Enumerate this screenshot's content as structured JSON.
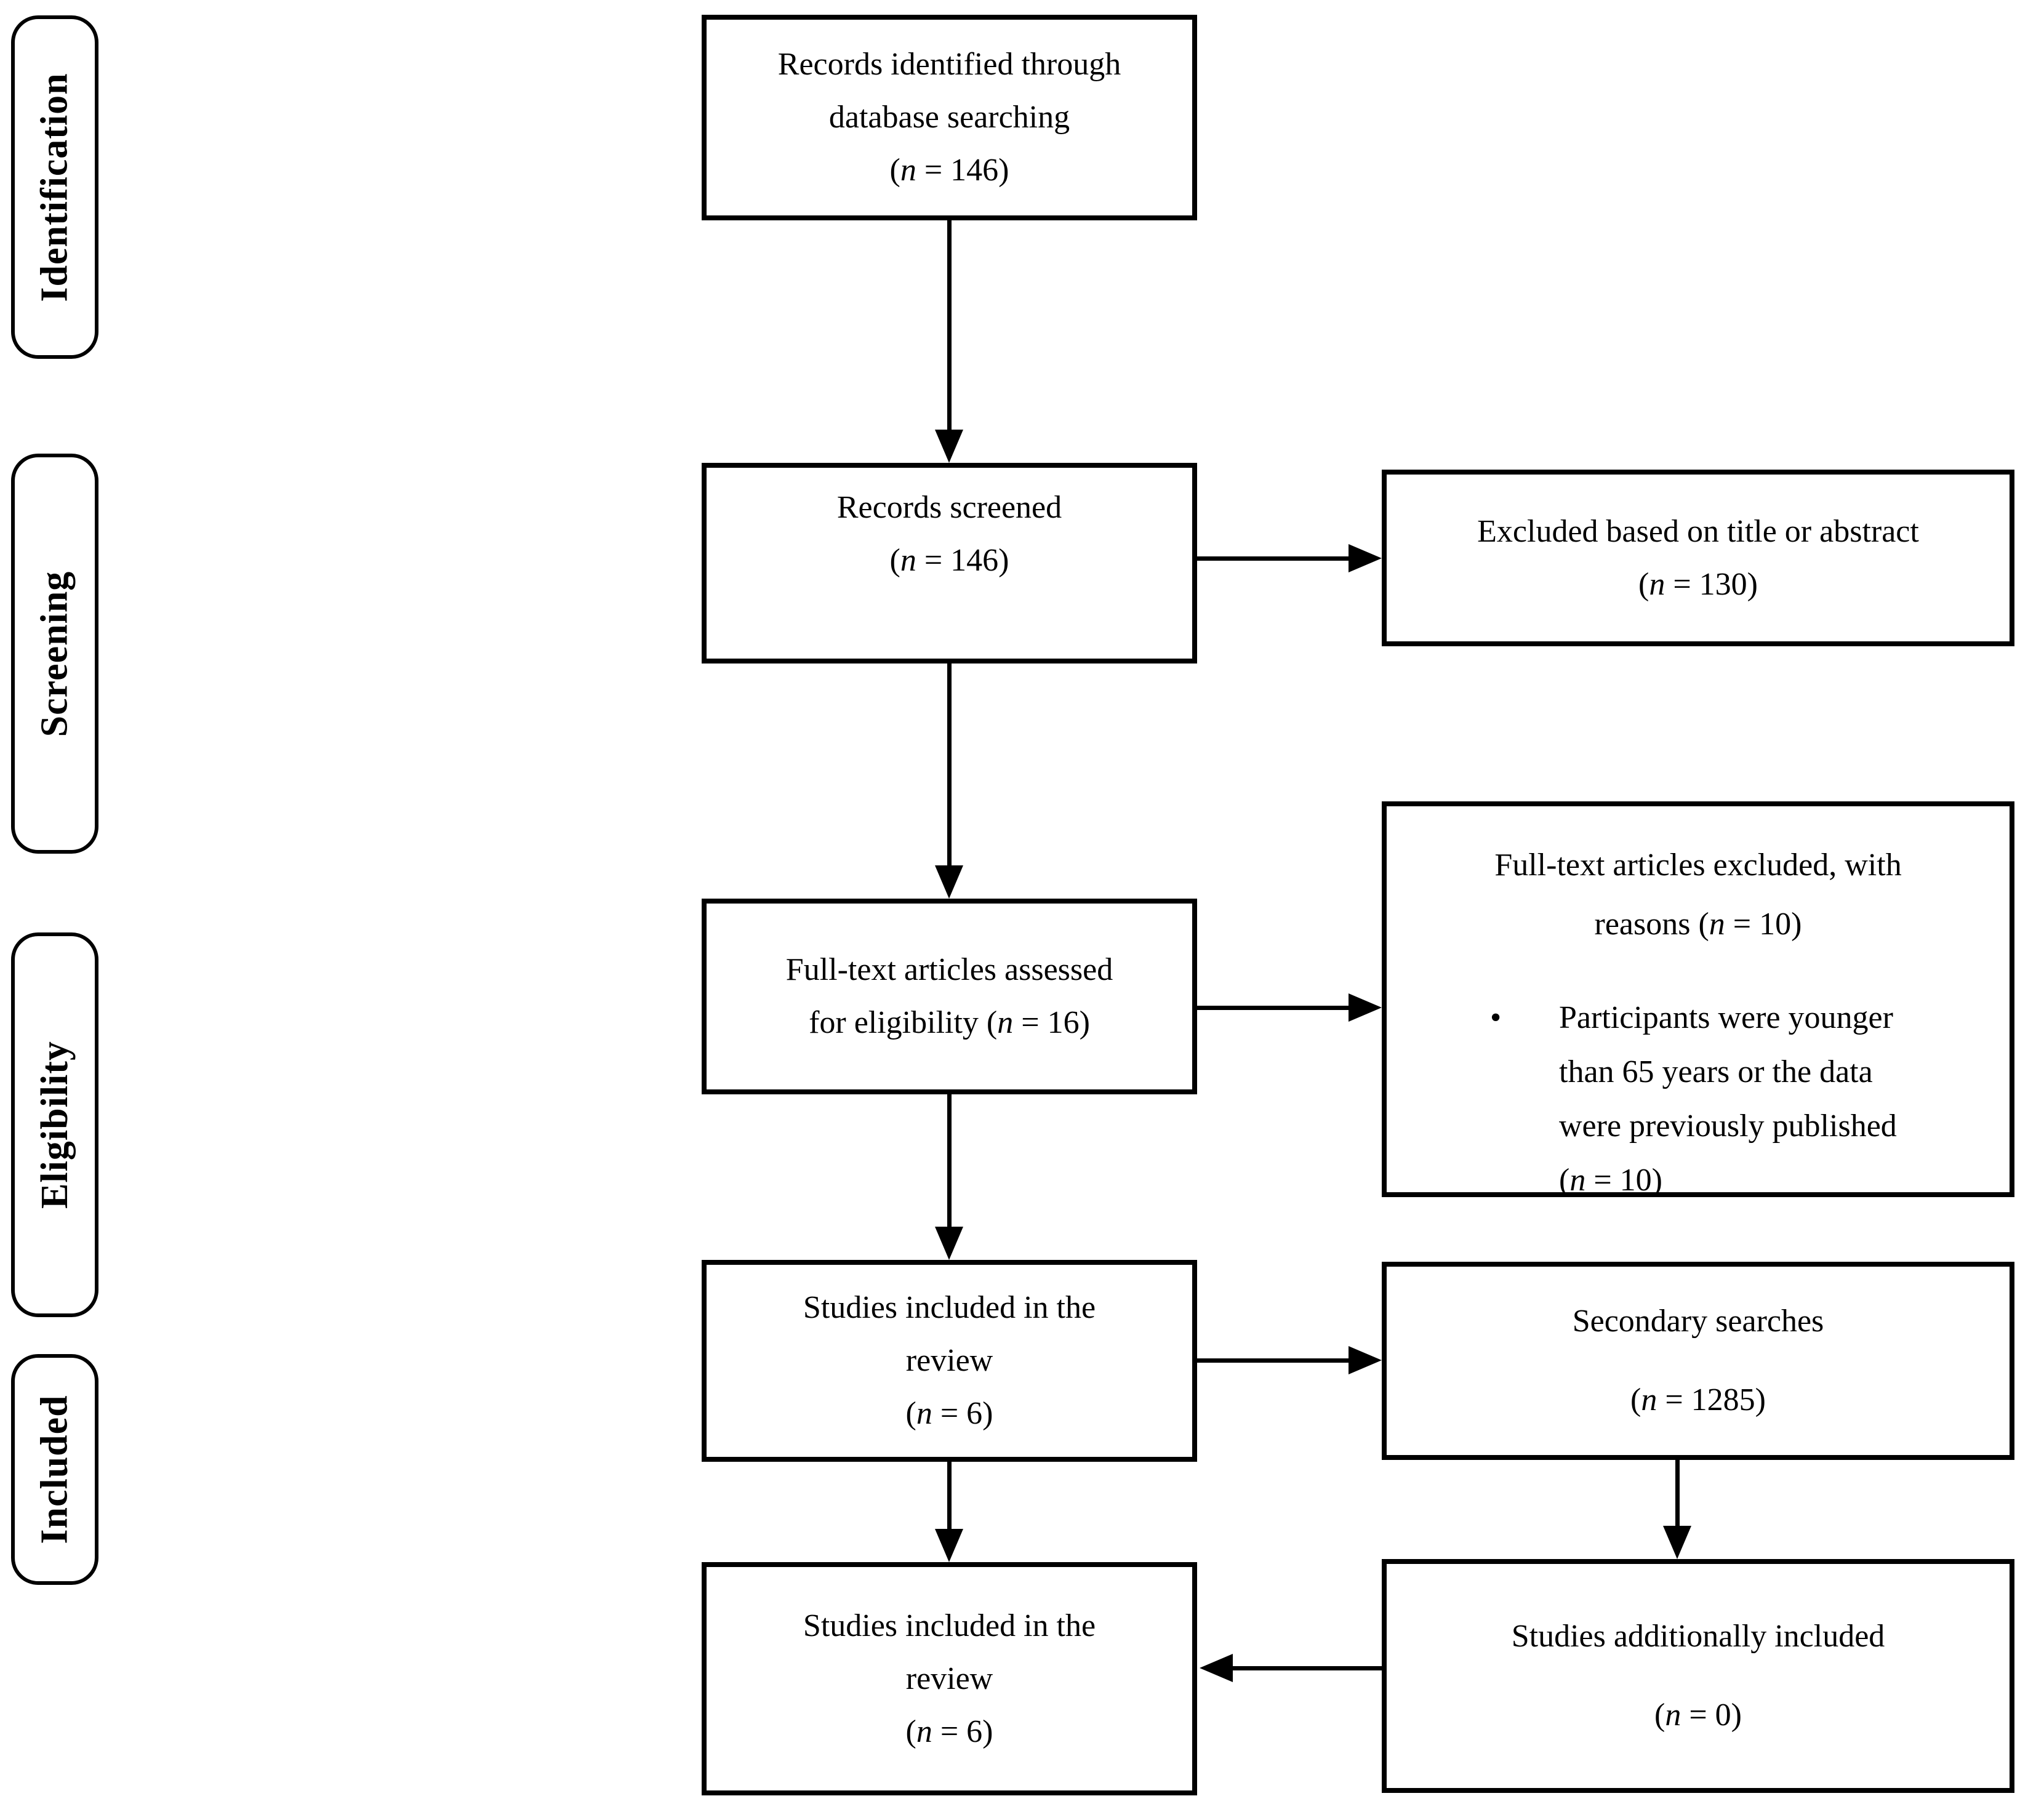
{
  "colors": {
    "ink": "#000000",
    "paper": "#ffffff"
  },
  "stages": [
    {
      "label": "Identification"
    },
    {
      "label": "Screening"
    },
    {
      "label": "Eligibility"
    },
    {
      "label": "Included"
    }
  ],
  "boxes": {
    "identified": {
      "l1": "Records identified through",
      "l2": "database searching",
      "c_pre": "(",
      "c_var": "n",
      "c_post": " = 146)"
    },
    "screened": {
      "l1": "Records screened",
      "c_pre": "(",
      "c_var": "n",
      "c_post": " = 146)"
    },
    "assessed": {
      "l1": "Full-text articles assessed",
      "c_pre": "for eligibility (",
      "c_var": "n",
      "c_post": " = 16)"
    },
    "included_review": {
      "l1": "Studies included in the",
      "l2": "review",
      "c_pre": "(",
      "c_var": "n",
      "c_post": " = 6)"
    },
    "included_review_final": {
      "l1": "Studies included in the",
      "l2": "review",
      "c_pre": "(",
      "c_var": "n",
      "c_post": " = 6)"
    },
    "excluded_screening": {
      "l1": "Excluded based on title or abstract",
      "c_pre": "(",
      "c_var": "n",
      "c_post": " = 130)"
    },
    "excluded_fulltext": {
      "h1": "Full-text articles excluded, with",
      "h2_pre": "reasons (",
      "h2_var": "n",
      "h2_post": " = 10)",
      "bullet_glyph": "•",
      "b1": "Participants were younger",
      "b2": "than 65 years or the data",
      "b3": "were previously published",
      "b4_pre": "(",
      "b4_var": "n",
      "b4_post": " = 10)"
    },
    "secondary": {
      "l1": "Secondary searches",
      "c_pre": "(",
      "c_var": "n",
      "c_post": " = 1285)"
    },
    "additional": {
      "l1": "Studies additionally included",
      "c_pre": "(",
      "c_var": "n",
      "c_post": " = 0)"
    }
  }
}
